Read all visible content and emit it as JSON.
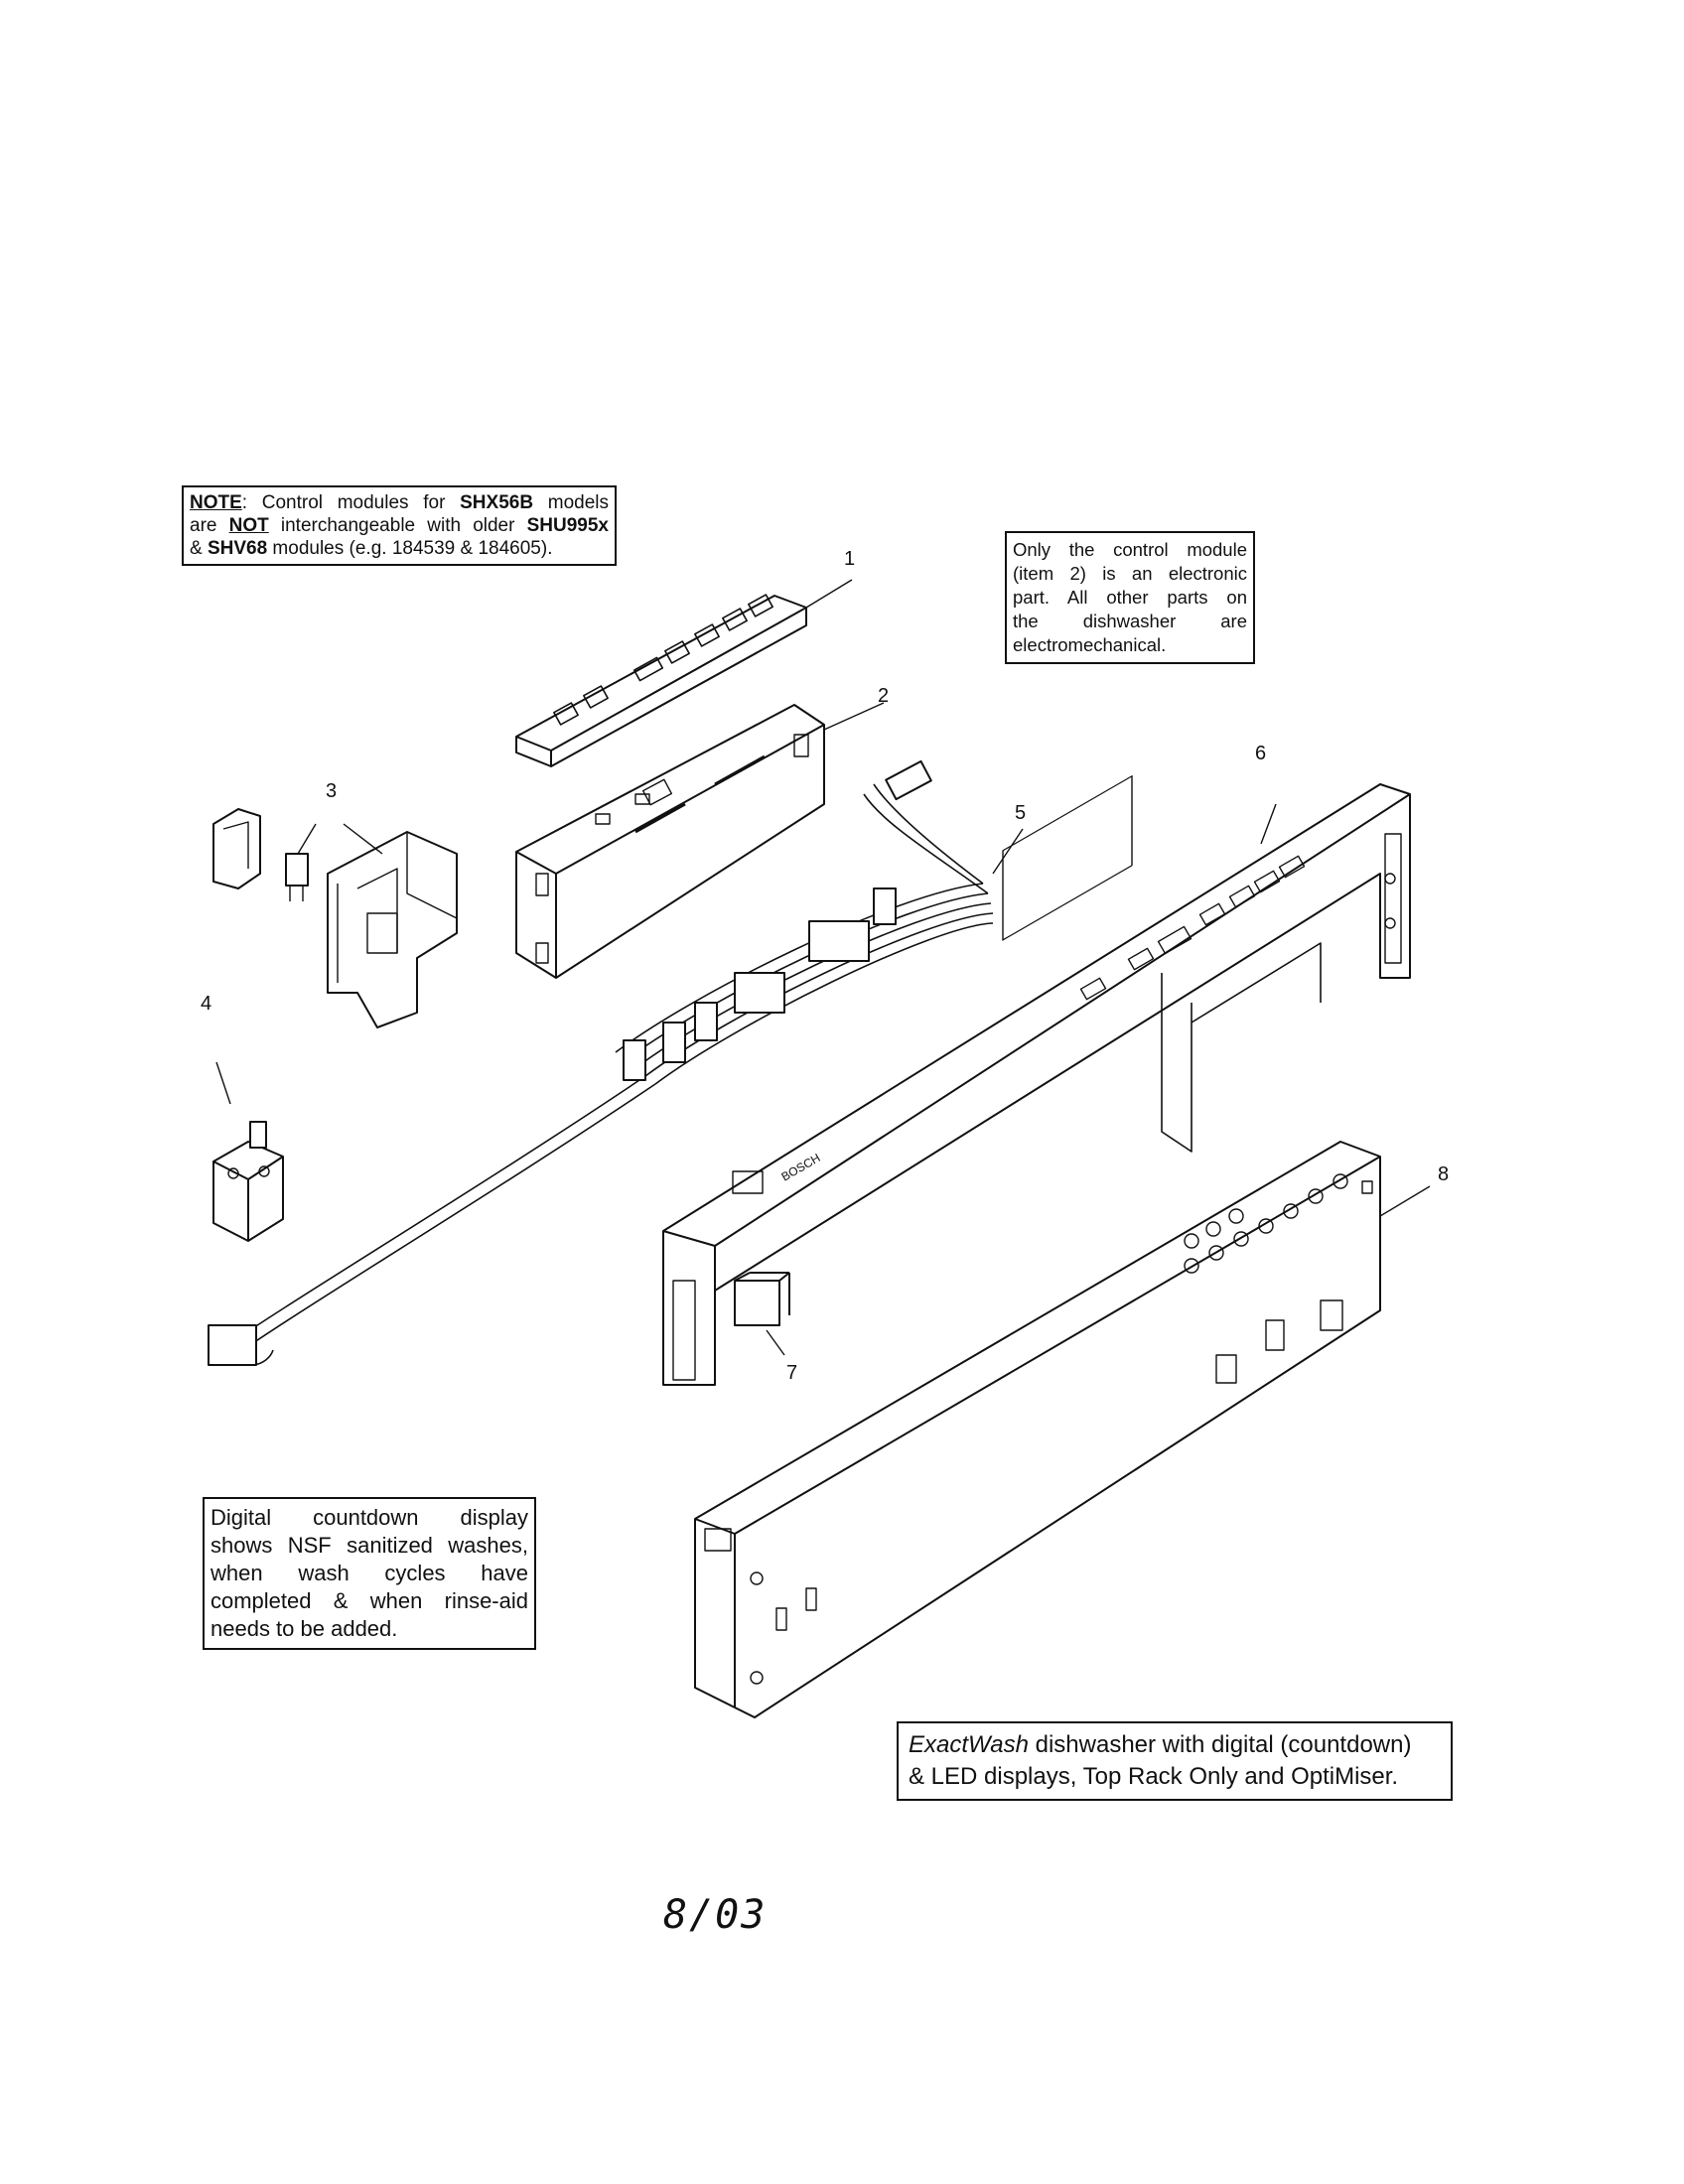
{
  "notes": {
    "top": {
      "note_word": "NOTE",
      "text_a": ": Control modules for ",
      "model_a": "SHX56B",
      "text_b": " models",
      "text_c": "are ",
      "not_word": "NOT",
      "text_d": " interchangeable with older ",
      "model_b": "SHU995x",
      "text_e": "& ",
      "model_c": "SHV68",
      "text_f": " modules (e.g. 184539 & 184605)."
    },
    "right": {
      "line1": "Only the control module",
      "line2": "(item 2) is an electronic",
      "line3": "part. All other parts on",
      "line4": "the dishwasher are",
      "line5": "electromechanical."
    },
    "left": {
      "line1": "Digital countdown display",
      "line2": "shows NSF sanitized washes,",
      "line3": "when wash cycles have",
      "line4": "completed & when rinse-aid",
      "line5": "needs to be added."
    },
    "bottom": {
      "brand": "ExactWash",
      "line1_rest": " dishwasher with digital (countdown)",
      "line2": "& LED displays, Top Rack Only and OptiMiser."
    }
  },
  "callouts": [
    "1",
    "2",
    "3",
    "4",
    "5",
    "6",
    "7",
    "8"
  ],
  "panel_brand": "BOSCH",
  "date": "8/03"
}
